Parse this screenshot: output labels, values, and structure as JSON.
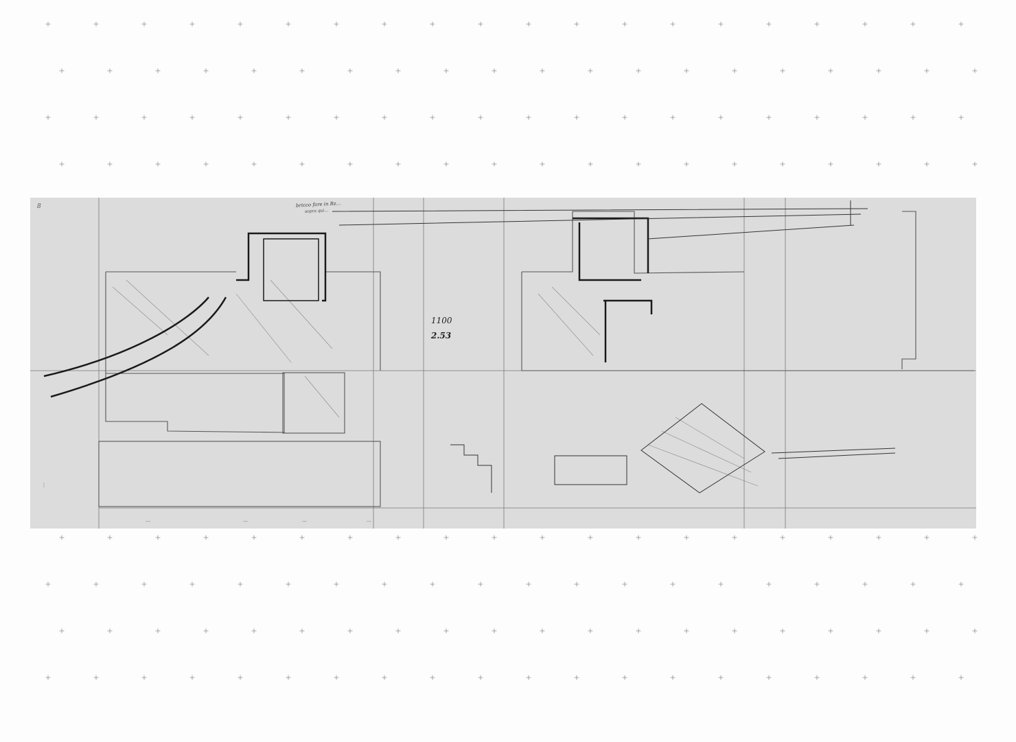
{
  "drawing": {
    "type": "architectural detail sketch (section drawing) on tracing paper, mounted on grid board",
    "annotations": {
      "top_note_line1": "bricco fare in Bz...",
      "top_note_line2": "sopra qui...",
      "dimension_1": "1100",
      "dimension_2": "2.53",
      "sheet_mark": "8",
      "side_label": "...",
      "bottom_labels": [
        "...",
        "...",
        "...",
        "..."
      ]
    },
    "colors": {
      "board_background": "#fdfdfd",
      "grid_marks": "#9a9a9a",
      "tracing_paper": "#dcdcdc",
      "ink": "#1a1a1a",
      "pencil": "#6a6a6a"
    }
  }
}
